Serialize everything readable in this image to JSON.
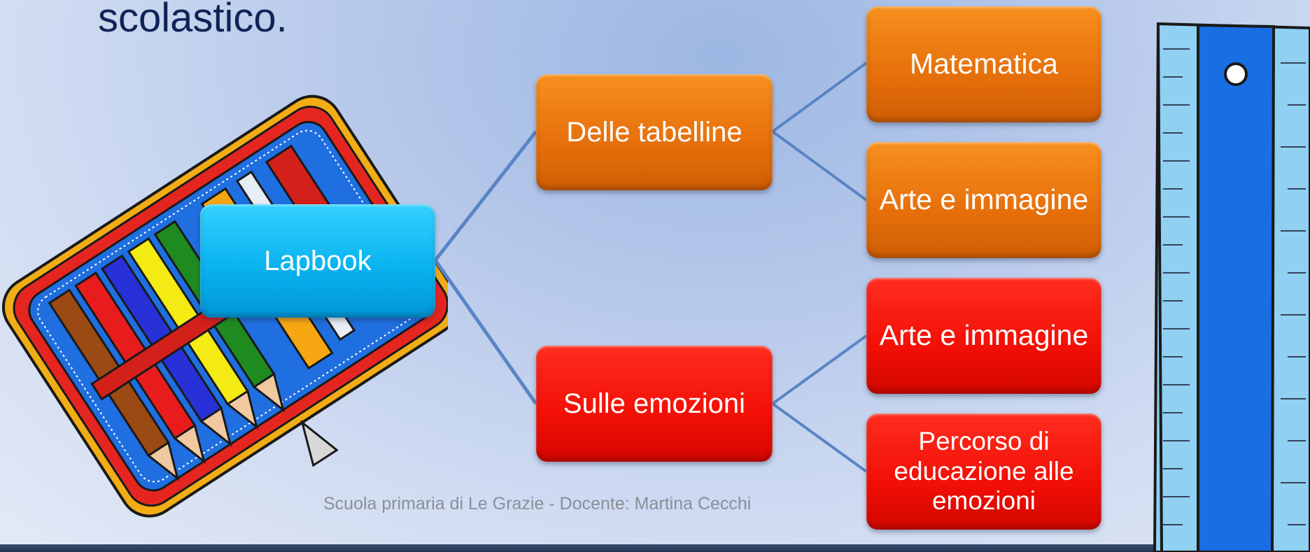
{
  "slide": {
    "title_fragment": "scolastico.",
    "footer": "Scuola primaria di Le Grazie - Docente: Martina Cecchi"
  },
  "diagram": {
    "root": {
      "label": "Lapbook",
      "color": "#0ab3ef"
    },
    "branches": [
      {
        "label": "Delle tabelline",
        "color": "#e66f0a",
        "children": [
          "Matematica",
          "Arte e immagine"
        ]
      },
      {
        "label": "Sulle emozioni",
        "color": "#f20f06",
        "children": [
          "Arte e immagine",
          "Percorso di educazione alle emozioni"
        ]
      }
    ],
    "connector_color": "#5a84c4"
  },
  "illustrations": [
    {
      "name": "pencil-case-illustration"
    },
    {
      "name": "ruler-illustration"
    }
  ]
}
